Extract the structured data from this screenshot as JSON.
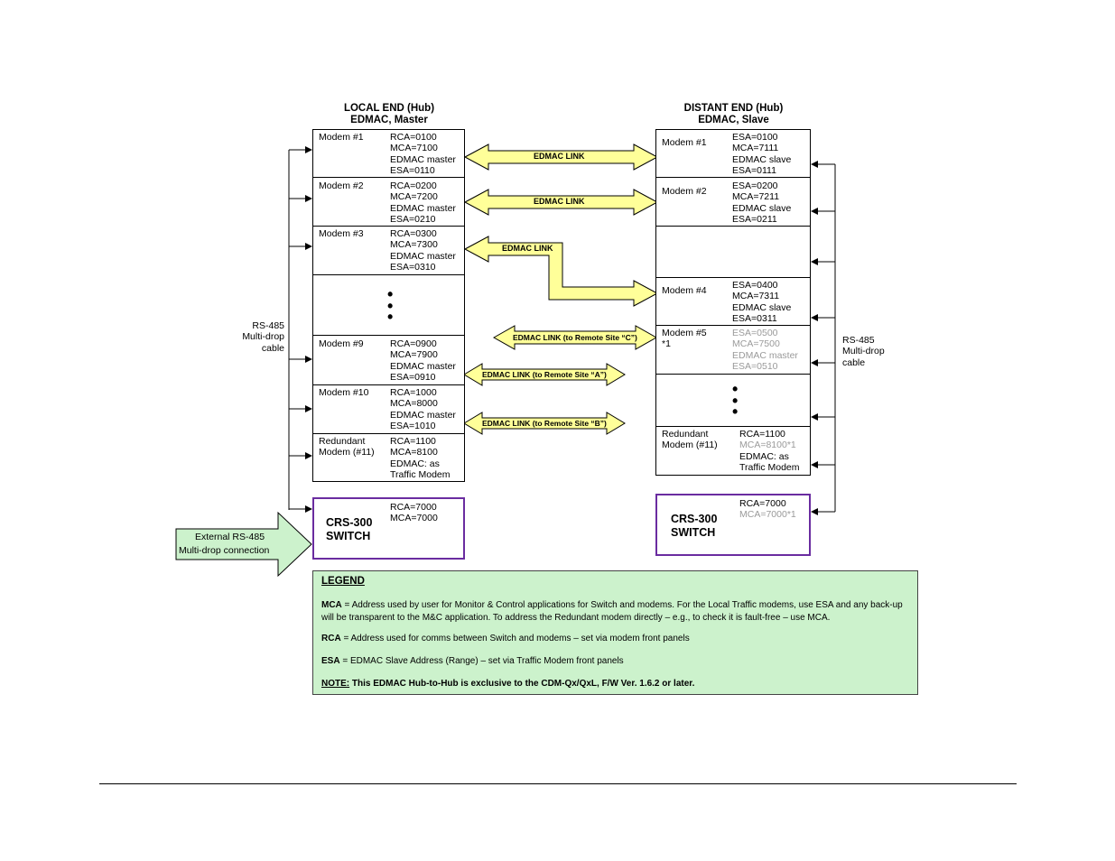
{
  "local": {
    "title_line1": "LOCAL END (Hub)",
    "title_line2": "EDMAC, Master",
    "modems": [
      {
        "name": "Modem #1",
        "lines": [
          "RCA=0100",
          "MCA=7100",
          "EDMAC master",
          "ESA=0110"
        ]
      },
      {
        "name": "Modem #2",
        "lines": [
          "RCA=0200",
          "MCA=7200",
          "EDMAC master",
          "ESA=0210"
        ]
      },
      {
        "name": "Modem #3",
        "lines": [
          "RCA=0300",
          "MCA=7300",
          "EDMAC master",
          "ESA=0310"
        ]
      },
      {
        "name": "Modem #9",
        "lines": [
          "RCA=0900",
          "MCA=7900",
          "EDMAC master",
          "ESA=0910"
        ]
      },
      {
        "name": "Modem #10",
        "lines": [
          "RCA=1000",
          "MCA=8000",
          "EDMAC master",
          "ESA=1010"
        ]
      },
      {
        "name_line1": "Redundant",
        "name_line2": "Modem (#11)",
        "lines": [
          "RCA=1100",
          "MCA=8100",
          "EDMAC: as",
          "Traffic Modem"
        ]
      }
    ],
    "switch": {
      "title_line1": "CRS-300",
      "title_line2": "SWITCH",
      "lines": [
        "RCA=7000",
        "MCA=7000"
      ]
    },
    "side_label": [
      "RS-485",
      "Multi-drop",
      "cable"
    ]
  },
  "distant": {
    "title_line1": "DISTANT END (Hub)",
    "title_line2": "EDMAC, Slave",
    "modems": [
      {
        "name": "Modem #1",
        "lines": [
          "ESA=0100",
          "MCA=7111",
          "EDMAC slave",
          "ESA=0111"
        ]
      },
      {
        "name": "Modem #2",
        "lines": [
          "ESA=0200",
          "MCA=7211",
          "EDMAC slave",
          "ESA=0211"
        ]
      },
      {
        "name": "Modem #4",
        "lines": [
          "ESA=0400",
          "MCA=7311",
          "EDMAC slave",
          "ESA=0311"
        ]
      },
      {
        "name_line1": "Modem #5",
        "name_line2": "*1",
        "lines": [
          "ESA=0500",
          "MCA=7500",
          "EDMAC master",
          "ESA=0510"
        ]
      },
      {
        "name_line1": "Redundant",
        "name_line2": "Modem (#11)",
        "lines": [
          "RCA=1100",
          "MCA=8100*1",
          "EDMAC: as",
          "Traffic Modem"
        ]
      }
    ],
    "switch": {
      "title_line1": "CRS-300",
      "title_line2": "SWITCH",
      "lines": [
        "RCA=7000",
        "MCA=7000*1"
      ]
    },
    "side_label": [
      "RS-485",
      "Multi-drop",
      "cable"
    ]
  },
  "links": {
    "link1": "EDMAC LINK",
    "link2": "EDMAC LINK",
    "link3": "EDMAC LINK",
    "link_c": "EDMAC LINK (to Remote  Site “C”)",
    "link_a": "EDMAC LINK (to Remote  Site “A”)",
    "link_b": "EDMAC LINK (to Remote  Site “B”)"
  },
  "external": {
    "line1": "External RS-485",
    "line2": "Multi-drop connection"
  },
  "legend": {
    "title": "LEGEND",
    "mca_term": "MCA",
    "mca_text": " = Address used by user for Monitor & Control applications  for Switch and modems. For the Local Traffic modems, use ESA and any back-up will be transparent to the M&C application.  To address the Redundant modem directly – e.g., to check it is fault-free – use MCA.",
    "rca_term": "RCA",
    "rca_text": " = Address used for comms between Switch and modems – set via modem front panels",
    "esa_term": "ESA",
    "esa_text": " = EDMAC Slave Address (Range) – set via Traffic Modem front panels",
    "note_term": "NOTE:",
    "note_text": " This EDMAC Hub-to-Hub is exclusive to the CDM-Qx/QxL, F/W Ver. 1.6.2 or later."
  },
  "colors": {
    "arrow_fill": "#ffff99",
    "switch_border": "#6a2ca0",
    "legend_bg": "#ccf2cc",
    "external_fill": "#ccf2cc"
  }
}
